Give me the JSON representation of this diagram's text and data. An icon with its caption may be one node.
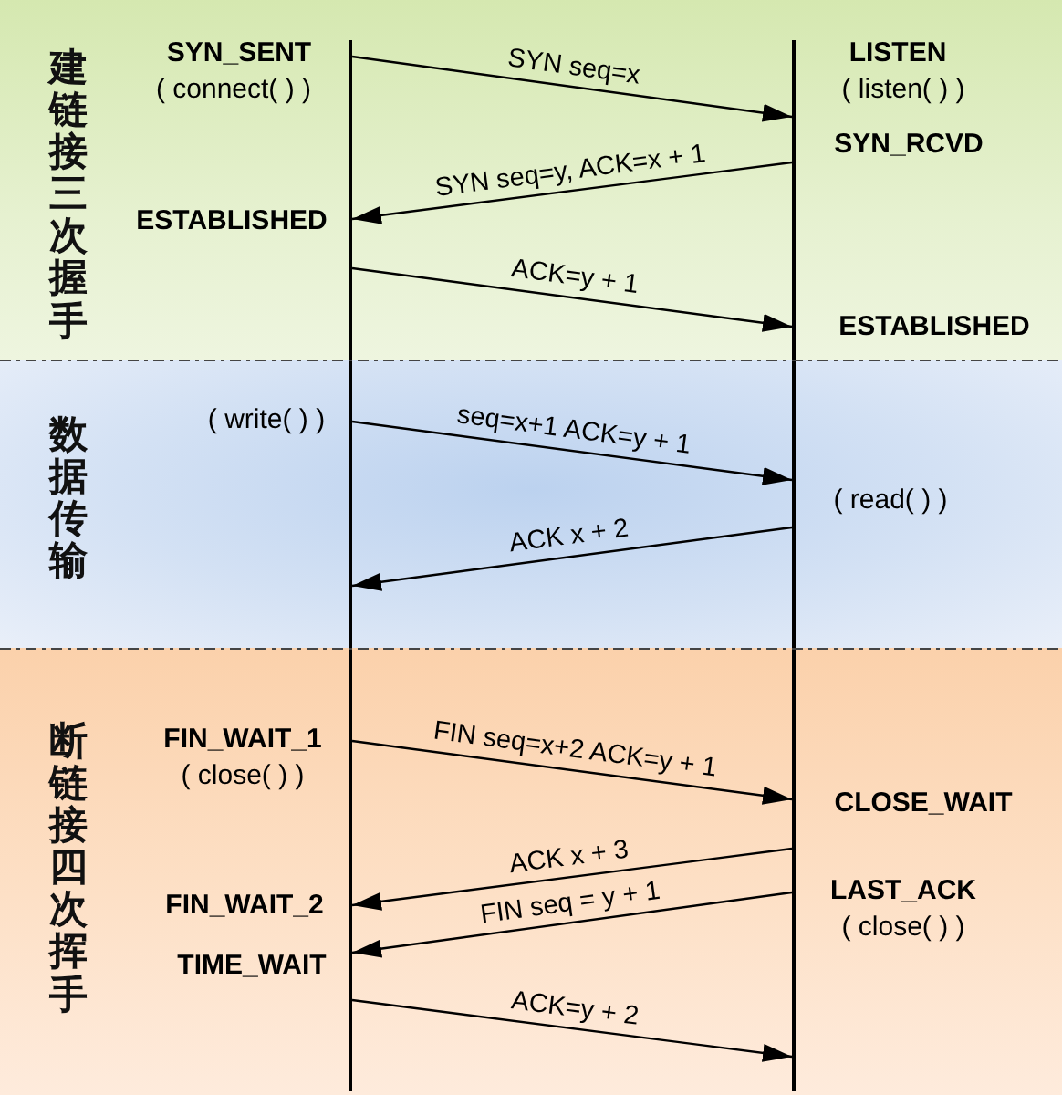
{
  "diagram": {
    "nodes": [
      {
        "text": [
          "建链接三次握手"
        ]
      },
      {
        "text": [],
        "shape": "line",
        "in": 0
      },
      {
        "text": [],
        "shape": "line",
        "in": 0
      },
      {
        "text": [
          "数据传输"
        ]
      },
      {
        "text": [],
        "shape": "line",
        "in": 3
      },
      {
        "text": [],
        "shape": "line",
        "in": 3
      },
      {
        "text": [
          "断链接四次挥手"
        ]
      },
      {
        "text": [],
        "shape": "line",
        "in": 6
      },
      {
        "text": [],
        "shape": "line",
        "in": 6
      }
    ],
    "edges": [
      {
        "from": 1,
        "to": 2,
        "arrow": "to",
        "label": "SYN seq=x"
      },
      {
        "from": 2,
        "to": 1,
        "arrow": "to",
        "label": "SYN seq=y, ACK=x + 1"
      },
      {
        "from": 1,
        "to": 2,
        "arrow": "to",
        "label": "ACK=y + 1"
      },
      {
        "from": 4,
        "to": 5,
        "arrow": "to",
        "label": "seq=x+1 ACK=y + 1"
      },
      {
        "from": 5,
        "to": 4,
        "arrow": "to",
        "label": "ACK x + 2"
      },
      {
        "from": 7,
        "to": 8,
        "arrow": "to",
        "label": "FIN seq=x+2 ACK=y + 1"
      },
      {
        "from": 8,
        "to": 7,
        "arrow": "to",
        "label": "ACK x + 3"
      },
      {
        "from": 8,
        "to": 7,
        "arrow": "to",
        "label": "FIN seq = y + 1"
      },
      {
        "from": 7,
        "to": 8,
        "arrow": "to",
        "label": "ACK=y + 2"
      }
    ],
    "labels": [
      "SYN_SENT",
      "( connect( ) )",
      "LISTEN",
      "( listen( ) )",
      "SYN_RCVD",
      "ESTABLISHED",
      "ESTABLISHED",
      "( write( ) )",
      "( read( ) )",
      "FIN_WAIT_1",
      "( close( ) )",
      "CLOSE_WAIT",
      "LAST_ACK",
      "( close( ) )",
      "FIN_WAIT_2",
      "TIME_WAIT"
    ]
  }
}
